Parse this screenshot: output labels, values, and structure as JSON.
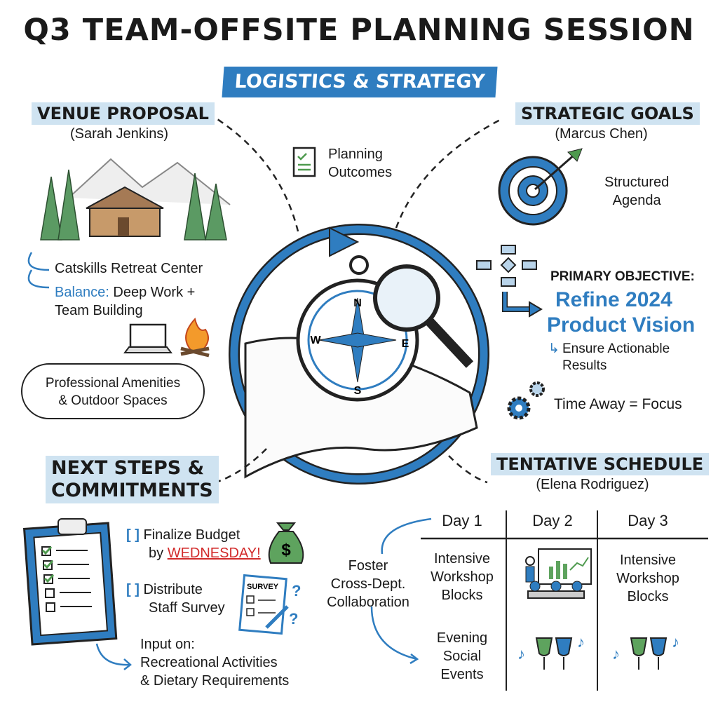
{
  "title": "Q3 TEAM-OFFSITE PLANNING SESSION",
  "banner": "LOGISTICS & STRATEGY",
  "center": {
    "label": "Planning Outcomes",
    "compass": {
      "n": "N",
      "s": "S",
      "e": "E",
      "w": "W"
    }
  },
  "venue": {
    "heading": "VENUE PROPOSAL",
    "owner": "(Sarah Jenkins)",
    "location": "Catskills Retreat Center",
    "balance_label": "Balance:",
    "balance_text": "Deep Work +",
    "balance_text2": "Team Building",
    "amenities_line1": "Professional Amenities",
    "amenities_line2": "& Outdoor Spaces"
  },
  "goals": {
    "heading": "STRATEGIC GOALS",
    "owner": "(Marcus Chen)",
    "agenda_line1": "Structured",
    "agenda_line2": "Agenda",
    "objective_label": "PRIMARY OBJECTIVE:",
    "objective_line1": "Refine 2024",
    "objective_line2": "Product Vision",
    "result_line1": "Ensure Actionable",
    "result_line2": "Results",
    "focus": "Time Away = Focus"
  },
  "next_steps": {
    "heading_line1": "NEXT STEPS &",
    "heading_line2": "COMMITMENTS",
    "items": [
      {
        "line1": "Finalize Budget",
        "line2_prefix": "by",
        "line2_emph": "WEDNESDAY!",
        "checked": false
      },
      {
        "line1": "Distribute",
        "line2": "Staff Survey",
        "checked": false
      }
    ],
    "survey_label": "SURVEY",
    "input_line1": "Input on:",
    "input_line2": "Recreational Activities",
    "input_line3": "& Dietary Requirements"
  },
  "schedule": {
    "heading": "TENTATIVE SCHEDULE",
    "owner": "(Elena Rodriguez)",
    "side_note": [
      "Foster",
      "Cross-Dept.",
      "Collaboration"
    ],
    "days": [
      {
        "label": "Day 1",
        "morning": [
          "Intensive",
          "Workshop",
          "Blocks"
        ],
        "evening": [
          "Evening",
          "Social",
          "Events"
        ]
      },
      {
        "label": "Day 2"
      },
      {
        "label": "Day 3",
        "morning": [
          "Intensive",
          "Workshop",
          "Blocks"
        ]
      }
    ]
  },
  "colors": {
    "accent": "#2f7dc0",
    "highlight": "#cfe3f1",
    "alert": "#d22b2b",
    "green": "#4e9a4e"
  }
}
